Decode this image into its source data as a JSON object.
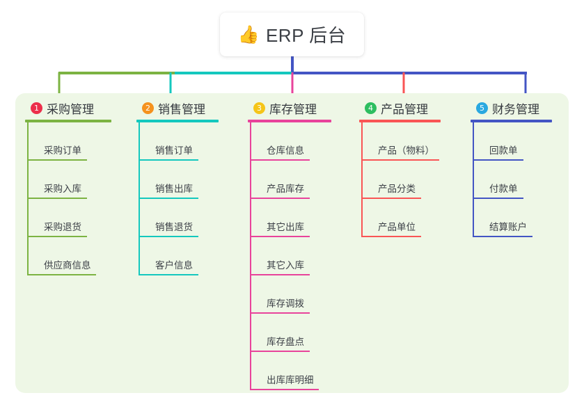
{
  "root": {
    "icon": "thumbs-up-icon",
    "emoji": "👍",
    "title": "ERP 后台"
  },
  "panel": {
    "background": "#eef7e6"
  },
  "connector": {
    "stem_color": "#4355c4",
    "bar_segments": [
      {
        "color": "#7cb342",
        "from": 84,
        "to": 252
      },
      {
        "color": "#14c8be",
        "from": 252,
        "to": 420
      },
      {
        "color": "#4355c4",
        "from": 420,
        "to": 756
      }
    ]
  },
  "columns": [
    {
      "number": "1",
      "badge_color": "#ec2f4b",
      "accent": "#7cb342",
      "title": "采购管理",
      "header_underline_width": 124,
      "items": [
        {
          "label": "采购订单",
          "underline_width": 86
        },
        {
          "label": "采购入库",
          "underline_width": 86
        },
        {
          "label": "采购退货",
          "underline_width": 86
        },
        {
          "label": "供应商信息",
          "underline_width": 99
        }
      ]
    },
    {
      "number": "2",
      "badge_color": "#f5921e",
      "accent": "#14c8be",
      "title": "销售管理",
      "header_underline_width": 118,
      "items": [
        {
          "label": "销售订单",
          "underline_width": 86
        },
        {
          "label": "销售出库",
          "underline_width": 86
        },
        {
          "label": "销售退货",
          "underline_width": 86
        },
        {
          "label": "客户信息",
          "underline_width": 86
        }
      ]
    },
    {
      "number": "3",
      "badge_color": "#f5c518",
      "accent": "#e8439b",
      "title": "库存管理",
      "header_underline_width": 120,
      "items": [
        {
          "label": "仓库信息",
          "underline_width": 86
        },
        {
          "label": "产品库存",
          "underline_width": 86
        },
        {
          "label": "其它出库",
          "underline_width": 86
        },
        {
          "label": "其它入库",
          "underline_width": 86
        },
        {
          "label": "库存调拨",
          "underline_width": 86
        },
        {
          "label": "库存盘点",
          "underline_width": 86
        },
        {
          "label": "出库库明细",
          "underline_width": 99
        }
      ]
    },
    {
      "number": "4",
      "badge_color": "#2dbe60",
      "accent": "#f95555",
      "title": "产品管理",
      "header_underline_width": 117,
      "items": [
        {
          "label": "产品（物料）",
          "underline_width": 112
        },
        {
          "label": "产品分类",
          "underline_width": 86
        },
        {
          "label": "产品单位",
          "underline_width": 86
        }
      ]
    },
    {
      "number": "5",
      "badge_color": "#29a8e0",
      "accent": "#4355c4",
      "title": "财务管理",
      "header_underline_width": 117,
      "items": [
        {
          "label": "回款单",
          "underline_width": 73
        },
        {
          "label": "付款单",
          "underline_width": 73
        },
        {
          "label": "结算账户",
          "underline_width": 86
        }
      ]
    }
  ]
}
